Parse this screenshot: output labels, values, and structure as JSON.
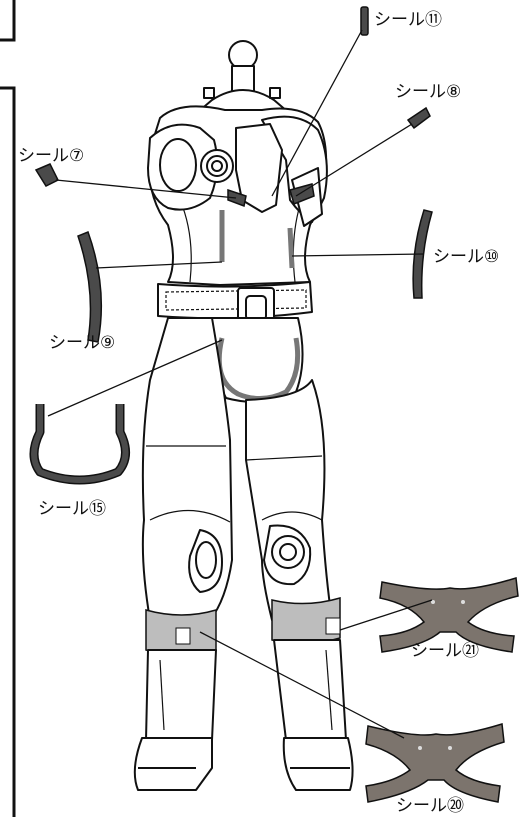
{
  "labels": {
    "s7": "シール⑦",
    "s8": "シール⑧",
    "s9": "シール⑨",
    "s10": "シール⑩",
    "s11": "シール⑪",
    "s15": "シール⑮",
    "s20": "シール⑳",
    "s21": "シール㉑"
  },
  "colors": {
    "line": "#111111",
    "sticker_dark": "#4a4a4a",
    "sticker_tan": "#7c746d",
    "panel_grey": "#777777"
  }
}
